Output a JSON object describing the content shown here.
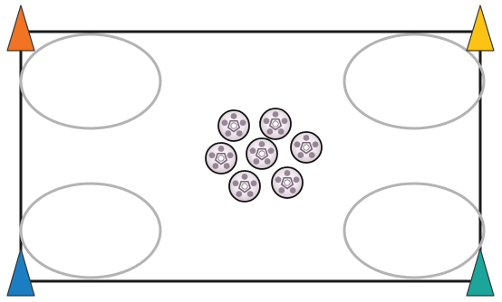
{
  "colors": {
    "background": "#ffffff",
    "frame_border": "#1a1a1a",
    "zone_outline": "#b3b3b3",
    "disc_outline": "#111111",
    "disc_face": "#ece4ea",
    "disc_pattern": "#7a6578",
    "disc_center": "#ffffff"
  },
  "cones": [
    {
      "name": "cone-top-left",
      "color": "#f07423"
    },
    {
      "name": "cone-top-right",
      "color": "#fcc315"
    },
    {
      "name": "cone-bottom-left",
      "color": "#1c7ec2"
    },
    {
      "name": "cone-bottom-right",
      "color": "#1ba59b"
    }
  ],
  "zones": [
    {
      "name": "zone-top-left"
    },
    {
      "name": "zone-top-right"
    },
    {
      "name": "zone-bottom-left"
    },
    {
      "name": "zone-bottom-right"
    }
  ],
  "balls": {
    "count": 7,
    "icon": "soccer-ball-icon"
  }
}
